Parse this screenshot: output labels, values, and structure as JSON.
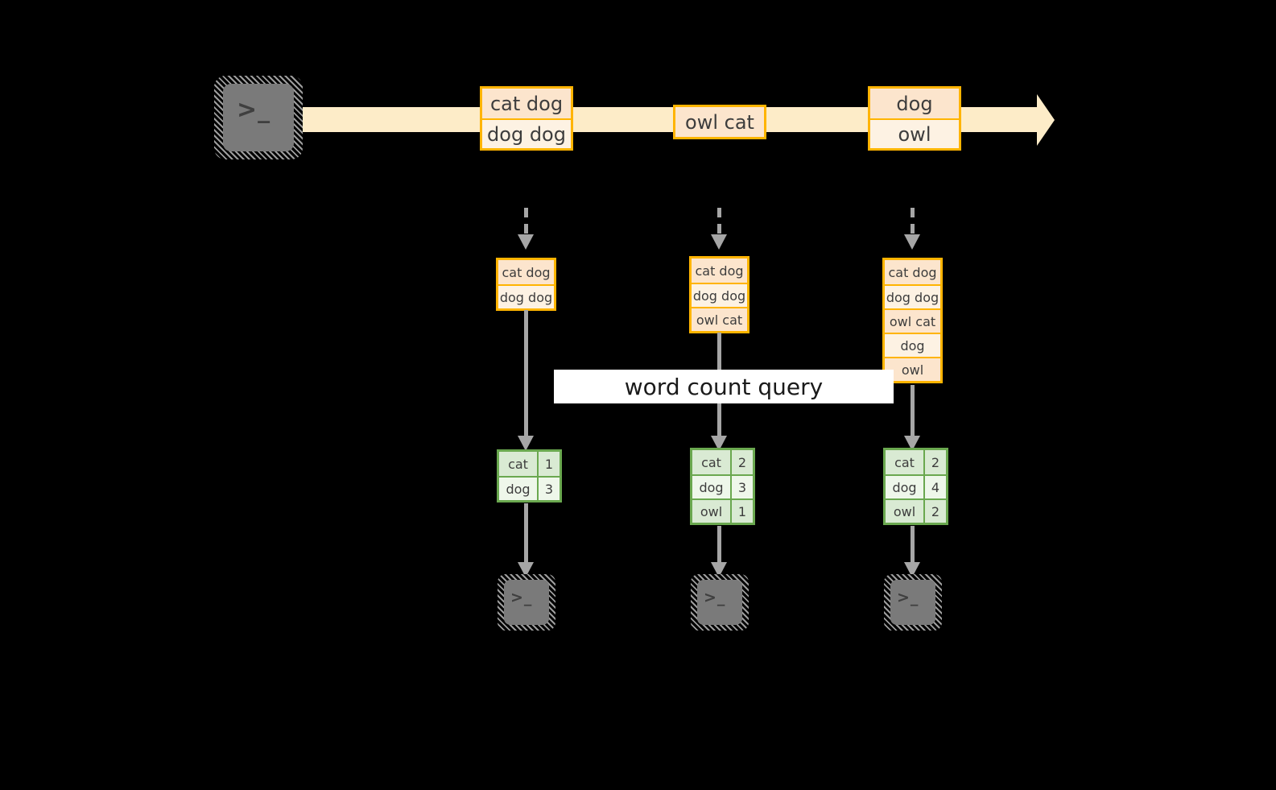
{
  "diagram": {
    "title": "word count streaming query diagram",
    "colors": {
      "stream_arrow": "#fdecc8",
      "record_border": "#ffb400",
      "record_fill_dark": "#fce5cd",
      "record_fill_light": "#fdf2e3",
      "result_border": "#6aa84f",
      "result_fill_dark": "#d9ead3",
      "result_fill_light": "#eef7ea",
      "arrow_gray": "#a6a6a6",
      "terminal_gray": "#7a7a7a",
      "background": "#000000",
      "label_background": "#ffffff"
    }
  },
  "source": {
    "icon": "terminal-icon",
    "prompt": ">_"
  },
  "stream": {
    "icon": "right-arrow-icon",
    "batches": [
      {
        "id": "batch-1",
        "rows": [
          "cat dog",
          "dog dog"
        ]
      },
      {
        "id": "batch-2",
        "rows": [
          "owl cat"
        ]
      },
      {
        "id": "batch-3",
        "rows": [
          "dog",
          "owl"
        ]
      }
    ]
  },
  "query_label": "word count query",
  "columns": [
    {
      "id": "column-1",
      "input_table": {
        "rows": [
          "cat dog",
          "dog dog"
        ]
      },
      "result_table": {
        "rows": [
          {
            "word": "cat",
            "count": "1"
          },
          {
            "word": "dog",
            "count": "3"
          }
        ]
      },
      "sink": {
        "icon": "terminal-icon",
        "prompt": ">_"
      }
    },
    {
      "id": "column-2",
      "input_table": {
        "rows": [
          "cat dog",
          "dog dog",
          "owl cat"
        ]
      },
      "result_table": {
        "rows": [
          {
            "word": "cat",
            "count": "2"
          },
          {
            "word": "dog",
            "count": "3"
          },
          {
            "word": "owl",
            "count": "1"
          }
        ]
      },
      "sink": {
        "icon": "terminal-icon",
        "prompt": ">_"
      }
    },
    {
      "id": "column-3",
      "input_table": {
        "rows": [
          "cat dog",
          "dog dog",
          "owl cat",
          "dog",
          "owl"
        ]
      },
      "result_table": {
        "rows": [
          {
            "word": "cat",
            "count": "2"
          },
          {
            "word": "dog",
            "count": "4"
          },
          {
            "word": "owl",
            "count": "2"
          }
        ]
      },
      "sink": {
        "icon": "terminal-icon",
        "prompt": ">_"
      }
    }
  ]
}
